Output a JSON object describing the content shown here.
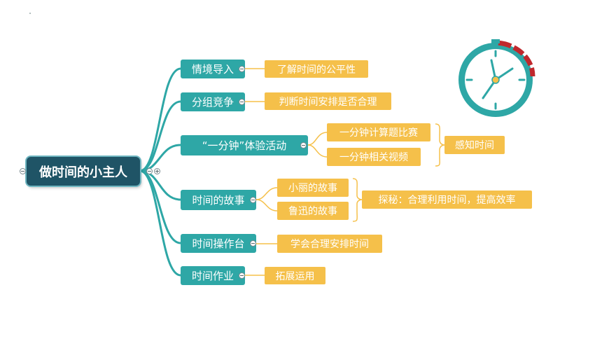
{
  "root": {
    "label": "做时间的小主人"
  },
  "branches": [
    {
      "label": "情境导入",
      "children": [
        "了解时间的公平性"
      ]
    },
    {
      "label": "分组竞争",
      "children": [
        "判断时间安排是否合理"
      ]
    },
    {
      "label": "“一分钟”体验活动",
      "children": [
        "一分钟计算题比赛",
        "一分钟相关视频"
      ],
      "summary": "感知时间"
    },
    {
      "label": "时间的故事",
      "children": [
        "小丽的故事",
        "鲁迅的故事"
      ],
      "summary": "探秘：合理利用时间，提高效率"
    },
    {
      "label": "时间操作台",
      "children": [
        "学会合理安排时间"
      ]
    },
    {
      "label": "时间作业",
      "children": [
        "拓展运用"
      ]
    }
  ],
  "colors": {
    "root": "#1f5466",
    "topic": "#2ea7a6",
    "leaf": "#f5c04a",
    "line_teal": "#2ea7a6",
    "line_yellow": "#f5c04a",
    "clock_ring": "#2ea7a6",
    "clock_arc": "#c0282d"
  },
  "icons": {
    "clock": "clock-icon",
    "collapse": "collapse-toggle-icon"
  }
}
